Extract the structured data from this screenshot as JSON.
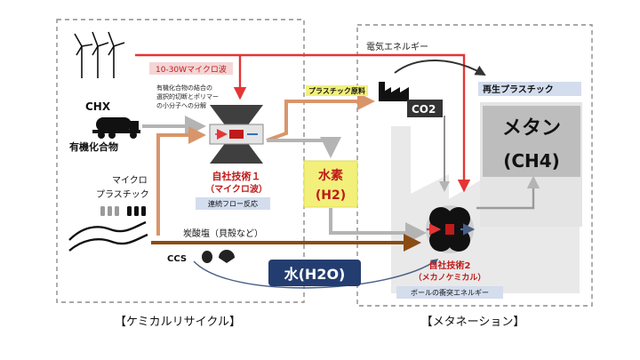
{
  "sections": {
    "left_caption": "【ケミカルリサイクル】",
    "right_caption": "【メタネーション】"
  },
  "labels": {
    "electric_energy": "電気エネルギー",
    "microwave_power": "10-30Wマイクロ波",
    "decomposition_note_1": "有機化合物の結合の",
    "decomposition_note_2": "選択的切断とポリマー",
    "decomposition_note_3": "の小分子への分解",
    "chx": "CHX",
    "organic_compounds": "有機化合物",
    "micro_plastic_1": "マイクロ",
    "micro_plastic_2": "プラスチック",
    "plastic_feedstock": "プラスチック原料",
    "co2": "CO2",
    "recycled_plastic": "再生プラスチック",
    "methane_1": "メタン",
    "methane_2": "(CH4)",
    "tech1_title_1": "自社技術１",
    "tech1_title_2": "（マイクロ波）",
    "continuous_flow": "連続フロー反応",
    "hydrogen_1": "水素",
    "hydrogen_2": "(H2)",
    "carbonate": "炭酸塩（貝殻など）",
    "ccs": "CCS",
    "water": "水(H2O)",
    "tech2_title_1": "自社技術2",
    "tech2_title_2": "（メカノケミカル）",
    "ball_energy": "ボールの衝突エネルギー"
  },
  "colors": {
    "red_arrow": "#e53535",
    "orange_arrow": "#d9956a",
    "gray_arrow": "#b4b4b4",
    "brown_arrow": "#8a4c12",
    "label_blue": "#d3ddee",
    "hydrogen_yellow": "#f2f07a",
    "methane_gray": "#bdbdbd",
    "water_blue": "#243d70"
  }
}
